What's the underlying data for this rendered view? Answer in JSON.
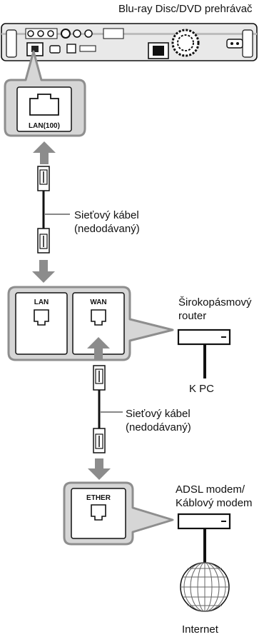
{
  "labels": {
    "player": "Blu-ray Disc/DVD prehrávač",
    "cable1_line1": "Sieťový kábel",
    "cable1_line2": "(nedodávaný)",
    "router_line1": "Širokopásmový",
    "router_line2": "router",
    "to_pc": "K PC",
    "cable2_line1": "Sieťový kábel",
    "cable2_line2": "(nedodávaný)",
    "modem_line1": "ADSL modem/",
    "modem_line2": "Káblový modem",
    "internet": "Internet"
  },
  "ports": {
    "player_lan": "LAN(100)",
    "router_lan": "LAN",
    "router_wan": "WAN",
    "modem_ether": "ETHER"
  },
  "colors": {
    "arrow": "#8c8c8c",
    "panel_fill": "#d6d6d6",
    "panel_stroke": "#8e8e8e",
    "line": "#111111"
  }
}
